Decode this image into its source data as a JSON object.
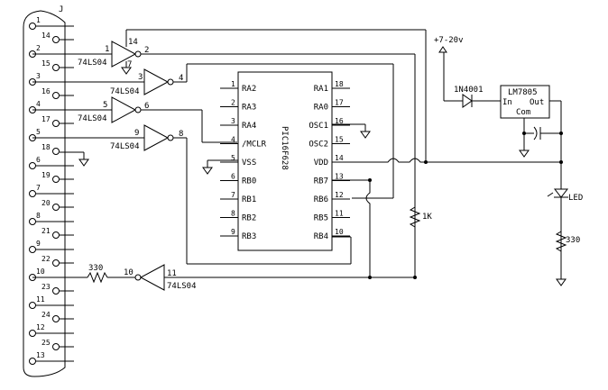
{
  "connector": {
    "label": "J",
    "row1_pins": [
      "1",
      "2",
      "3",
      "4",
      "5",
      "6",
      "7",
      "8",
      "9",
      "10",
      "11",
      "12",
      "13"
    ],
    "row2_pins": [
      "14",
      "15",
      "16",
      "17",
      "18",
      "19",
      "20",
      "21",
      "22",
      "23",
      "24",
      "25"
    ]
  },
  "inverters": [
    {
      "part": "74LS04",
      "in_pin": "1",
      "out_pin": "2",
      "extra_pins": [
        "14",
        "7"
      ]
    },
    {
      "part": "74LS04",
      "in_pin": "3",
      "out_pin": "4"
    },
    {
      "part": "74LS04",
      "in_pin": "5",
      "out_pin": "6"
    },
    {
      "part": "74LS04",
      "in_pin": "9",
      "out_pin": "8"
    },
    {
      "part": "74LS04",
      "in_pin": "11",
      "out_pin": "10"
    }
  ],
  "mcu": {
    "name": "PIC16F628",
    "left_pins": [
      {
        "num": "1",
        "name": "RA2"
      },
      {
        "num": "2",
        "name": "RA3"
      },
      {
        "num": "3",
        "name": "RA4"
      },
      {
        "num": "4",
        "name": "/MCLR"
      },
      {
        "num": "5",
        "name": "VSS"
      },
      {
        "num": "6",
        "name": "RB0"
      },
      {
        "num": "7",
        "name": "RB1"
      },
      {
        "num": "8",
        "name": "RB2"
      },
      {
        "num": "9",
        "name": "RB3"
      }
    ],
    "right_pins": [
      {
        "num": "18",
        "name": "RA1"
      },
      {
        "num": "17",
        "name": "RA0"
      },
      {
        "num": "16",
        "name": "OSC1"
      },
      {
        "num": "15",
        "name": "OSC2"
      },
      {
        "num": "14",
        "name": "VDD"
      },
      {
        "num": "13",
        "name": "RB7"
      },
      {
        "num": "12",
        "name": "RB6"
      },
      {
        "num": "11",
        "name": "RB5"
      },
      {
        "num": "10",
        "name": "RB4"
      }
    ]
  },
  "power": {
    "supply_label": "+7-20v",
    "diode": "1N4001",
    "regulator": {
      "name": "LM7805",
      "in": "In",
      "out": "Out",
      "com": "Com"
    }
  },
  "resistors": {
    "series_330": "330",
    "pullup": "1K",
    "led_resistor": "330"
  },
  "led_label": "LED"
}
